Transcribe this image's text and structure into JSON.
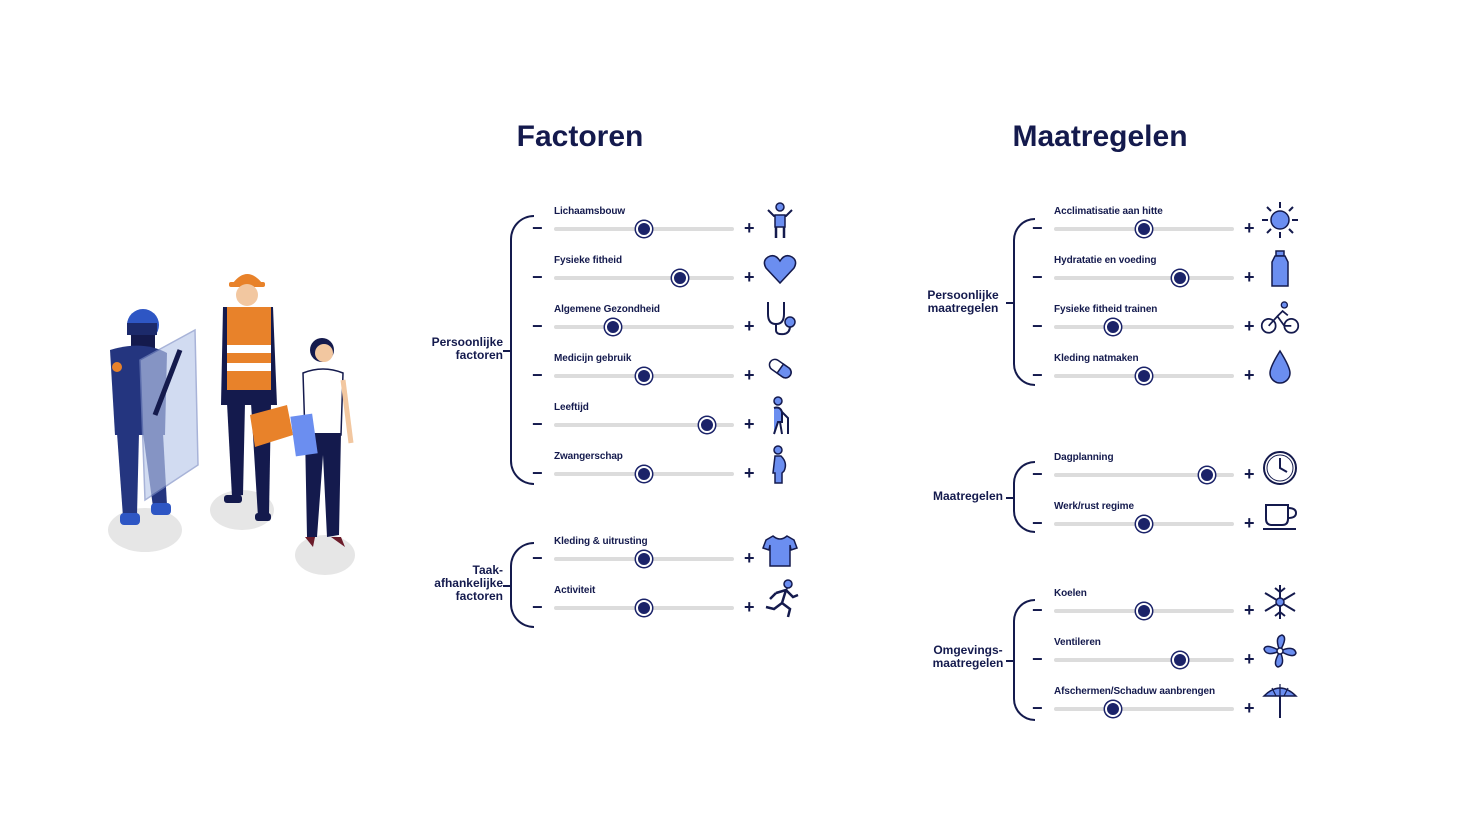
{
  "colors": {
    "navy": "#141a4d",
    "icon_fill": "#6b8ef0",
    "track": "#dcdcdc"
  },
  "factoren": {
    "title": "Factoren",
    "groups": [
      {
        "label_lines": [
          "Persoonlijke",
          "factoren"
        ],
        "items": [
          {
            "label": "Lichaamsbouw",
            "value": 0.5,
            "icon": "standing-person-icon"
          },
          {
            "label": "Fysieke fitheid",
            "value": 0.7,
            "icon": "heart-icon"
          },
          {
            "label": "Algemene Gezondheid",
            "value": 0.33,
            "icon": "stethoscope-icon"
          },
          {
            "label": "Medicijn gebruik",
            "value": 0.5,
            "icon": "pill-icon"
          },
          {
            "label": "Leeftijd",
            "value": 0.85,
            "icon": "elderly-person-icon"
          },
          {
            "label": "Zwangerschap",
            "value": 0.5,
            "icon": "pregnant-person-icon"
          }
        ]
      },
      {
        "label_lines": [
          "Taak-",
          "afhankelijke",
          "factoren"
        ],
        "items": [
          {
            "label": "Kleding & uitrusting",
            "value": 0.5,
            "icon": "tshirt-icon"
          },
          {
            "label": "Activiteit",
            "value": 0.5,
            "icon": "running-person-icon"
          }
        ]
      }
    ]
  },
  "maatregelen": {
    "title": "Maatregelen",
    "groups": [
      {
        "label_lines": [
          "Persoonlijke",
          "maatregelen"
        ],
        "items": [
          {
            "label": "Acclimatisatie aan hitte",
            "value": 0.5,
            "icon": "sun-icon"
          },
          {
            "label": "Hydratatie en voeding",
            "value": 0.7,
            "icon": "bottle-icon"
          },
          {
            "label": "Fysieke fitheid trainen",
            "value": 0.33,
            "icon": "cyclist-icon"
          },
          {
            "label": "Kleding natmaken",
            "value": 0.5,
            "icon": "water-drop-icon"
          }
        ]
      },
      {
        "label_lines": [
          "Maatregelen"
        ],
        "items": [
          {
            "label": "Dagplanning",
            "value": 0.85,
            "icon": "clock-icon"
          },
          {
            "label": "Werk/rust regime",
            "value": 0.5,
            "icon": "coffee-cup-icon"
          }
        ]
      },
      {
        "label_lines": [
          "Omgevings-",
          "maatregelen"
        ],
        "items": [
          {
            "label": "Koelen",
            "value": 0.5,
            "icon": "snowflake-icon"
          },
          {
            "label": "Ventileren",
            "value": 0.7,
            "icon": "fan-icon"
          },
          {
            "label": "Afschermen/Schaduw aanbrengen",
            "value": 0.33,
            "icon": "umbrella-icon"
          }
        ]
      }
    ]
  }
}
